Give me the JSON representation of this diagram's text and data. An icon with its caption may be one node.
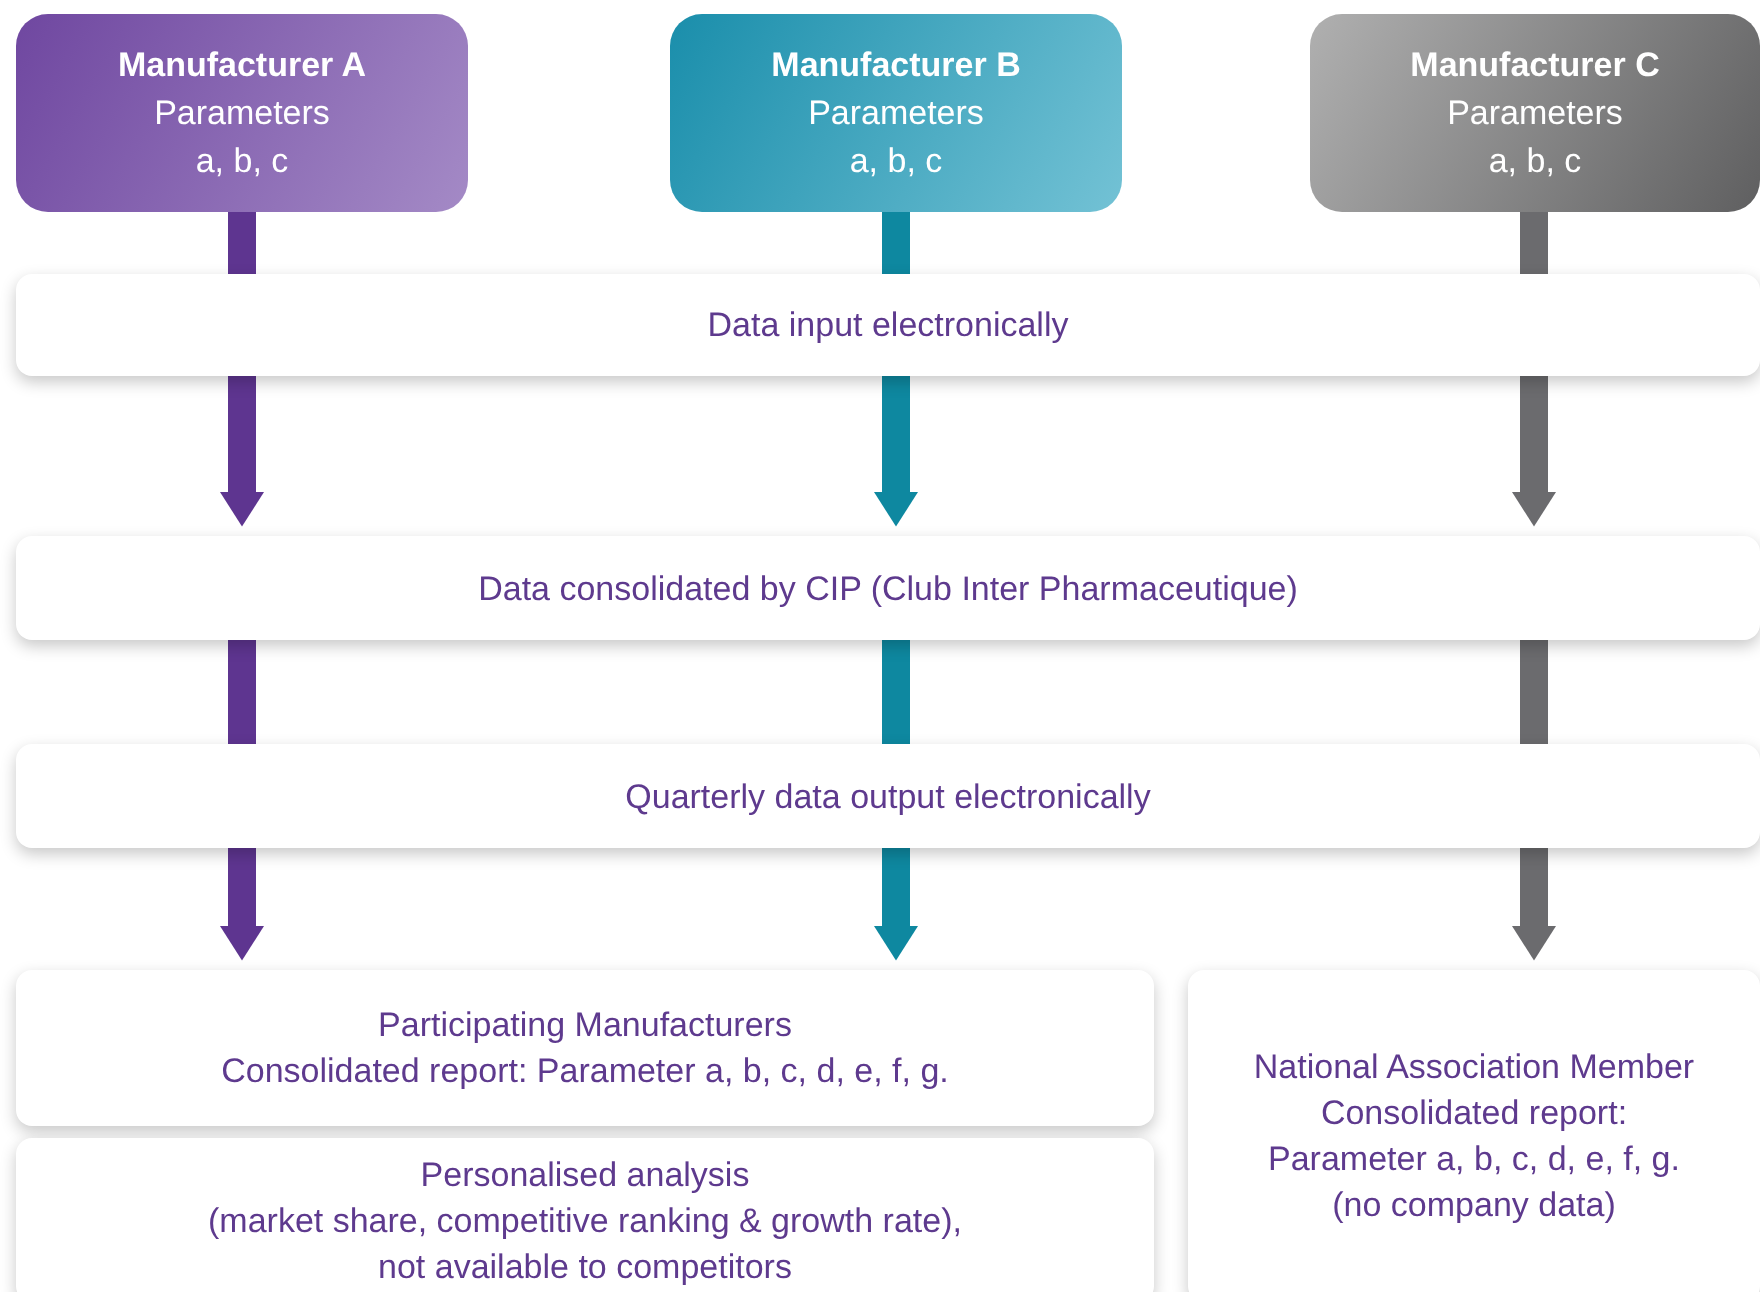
{
  "diagram": {
    "nodes": [
      {
        "text": [
          "Manufacturer A",
          "Parameters a, b, c"
        ]
      },
      {
        "text": [
          "Manufacturer B",
          "Parameters a, b, c"
        ]
      },
      {
        "text": [
          "Manufacturer C",
          "Parameters a, b, c"
        ]
      },
      {
        "text": [
          "Data input electronically"
        ]
      },
      {
        "text": [
          "Data consolidated by CIP (Club Inter Pharmaceutique)"
        ]
      },
      {
        "text": [
          "Quarterly data output electronically"
        ]
      },
      {
        "text": [
          "Participating Manufacturers",
          "Consolidated report: Parameter a, b, c, d, e, f, g."
        ]
      },
      {
        "text": [
          "Personalised analysis",
          "(market share, competitive ranking & growth rate), not available to competitors"
        ]
      },
      {
        "text": [
          "National Association Member",
          "Consolidated report:",
          "Parameter a, b, c, d, e, f, g.",
          "(no company data)"
        ]
      }
    ],
    "edges": [
      {
        "from": 0,
        "to": 3,
        "arrow": "none",
        "color": "#5e3590"
      },
      {
        "from": 3,
        "to": 4,
        "arrow": "to",
        "color": "#5e3590"
      },
      {
        "from": 4,
        "to": 5,
        "arrow": "none",
        "color": "#5e3590"
      },
      {
        "from": 5,
        "to": 6,
        "arrow": "to",
        "color": "#5e3590"
      },
      {
        "from": 1,
        "to": 3,
        "arrow": "none",
        "color": "#0e88a0"
      },
      {
        "from": 3,
        "to": 4,
        "arrow": "to",
        "color": "#0e88a0"
      },
      {
        "from": 4,
        "to": 5,
        "arrow": "none",
        "color": "#0e88a0"
      },
      {
        "from": 5,
        "to": 6,
        "arrow": "to",
        "color": "#0e88a0"
      },
      {
        "from": 2,
        "to": 3,
        "arrow": "none",
        "color": "#6b6b6e"
      },
      {
        "from": 3,
        "to": 4,
        "arrow": "to",
        "color": "#6b6b6e"
      },
      {
        "from": 4,
        "to": 5,
        "arrow": "none",
        "color": "#6b6b6e"
      },
      {
        "from": 5,
        "to": 8,
        "arrow": "to",
        "color": "#6b6b6e"
      }
    ]
  }
}
